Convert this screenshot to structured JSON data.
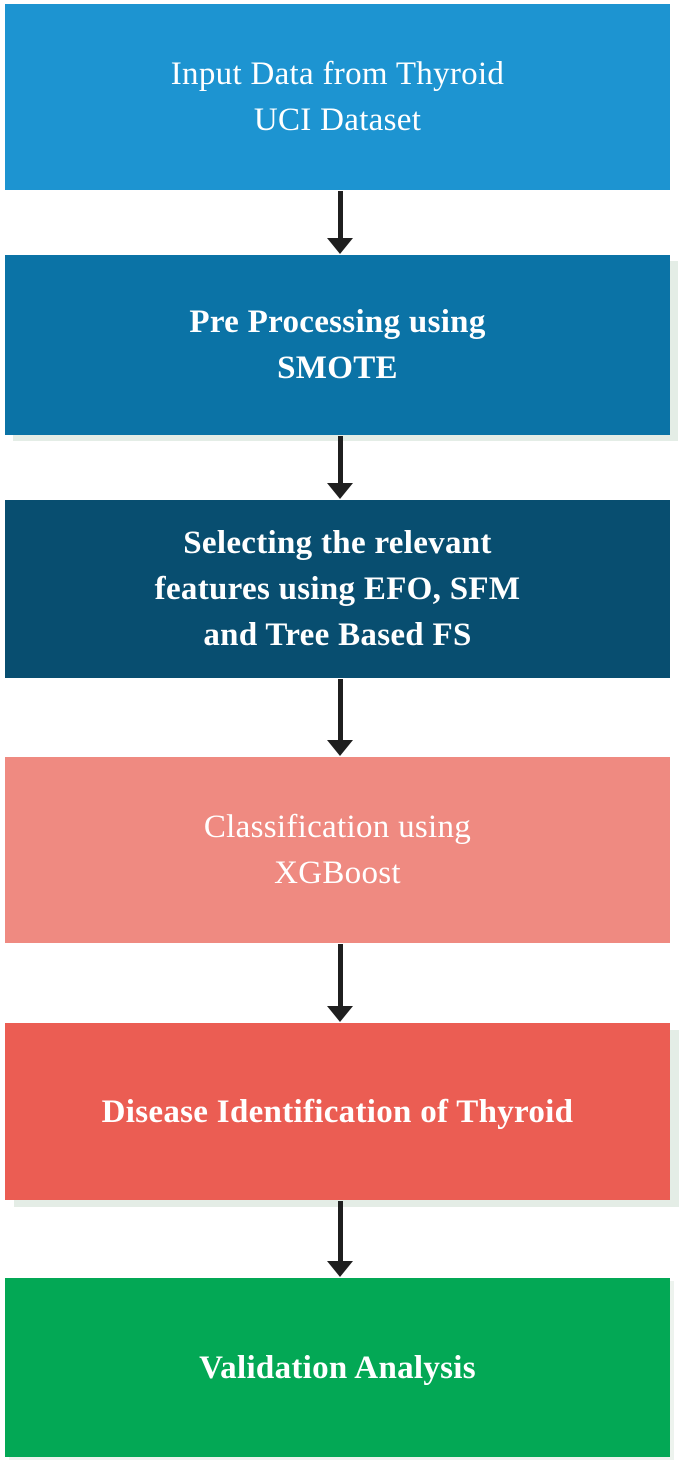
{
  "flowchart": {
    "arrow_color": "#1f1f1f",
    "shadow_color": "#e4ede6",
    "text_color": "#ffffff",
    "steps": [
      {
        "name": "input-data",
        "label": "Input Data from Thyroid\nUCI Dataset",
        "color": "#1d94d1"
      },
      {
        "name": "preprocessing",
        "label": "Pre Processing using\nSMOTE",
        "color": "#0b73a6"
      },
      {
        "name": "feature-selection",
        "label": "Selecting the relevant\nfeatures using EFO, SFM\nand Tree Based FS",
        "color": "#084e70"
      },
      {
        "name": "classification",
        "label": "Classification using\nXGBoost",
        "color": "#ef8a81"
      },
      {
        "name": "disease-identification",
        "label": "Disease Identification of Thyroid",
        "color": "#eb5d53"
      },
      {
        "name": "validation",
        "label": "Validation Analysis",
        "color": "#03a855"
      }
    ]
  }
}
